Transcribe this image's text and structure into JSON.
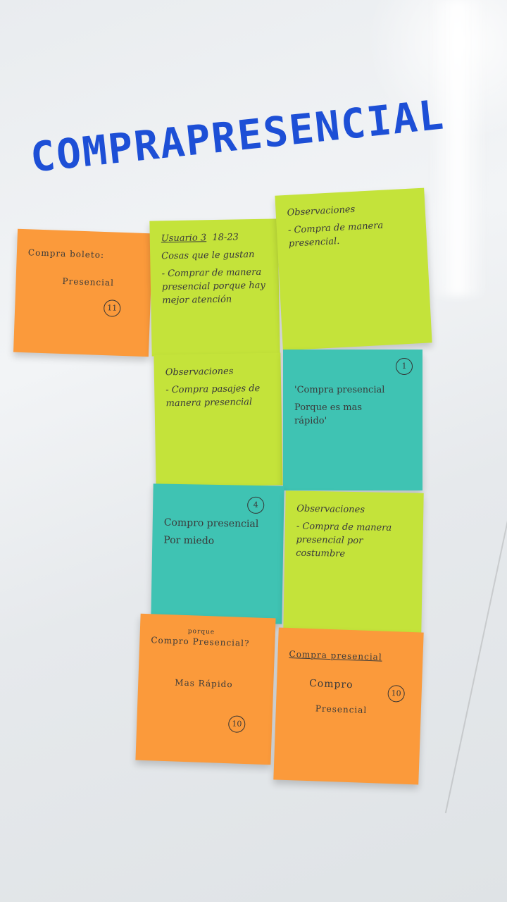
{
  "board": {
    "title": "COMPRAPRESENCIAL",
    "colors": {
      "marker": "#1d4fd6",
      "orange": "#fb9a3b",
      "lime": "#c4e33a",
      "teal": "#3fc3b3"
    }
  },
  "notes": {
    "n1": {
      "line1": "Compra boleto:",
      "line2": "Presencial",
      "badge": "11"
    },
    "n2": {
      "head": "Usuario 3",
      "head2": "18-23",
      "line1": "Cosas que le gustan",
      "line2": "- Comprar de manera",
      "line3": "presencial porque hay",
      "line4": "mejor atención"
    },
    "n3": {
      "head": "Observaciones",
      "line1": "- Compra de manera",
      "line2": "presencial."
    },
    "n4": {
      "head": "Observaciones",
      "line1": "- Compra pasajes de",
      "line2": "manera presencial"
    },
    "n5": {
      "badge": "1",
      "line1": "'Compra presencial",
      "line2": "Porque es mas",
      "line3": "rápido'"
    },
    "n6": {
      "badge": "4",
      "line1": "Compro presencial",
      "line2": "Por miedo"
    },
    "n7": {
      "head": "Observaciones",
      "line1": "- Compra de manera",
      "line2": "presencial por",
      "line3": "costumbre"
    },
    "n8": {
      "small": "porque",
      "line1": "Compro Presencial?",
      "line2": "Mas Rápido",
      "badge": "10"
    },
    "n9": {
      "line1": "Compra presencial",
      "line2": "Compro",
      "line3": "Presencial",
      "badge": "10"
    }
  }
}
